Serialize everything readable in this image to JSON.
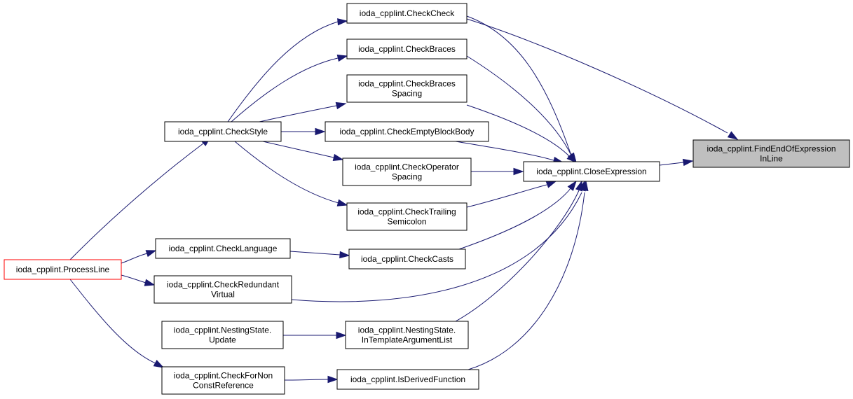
{
  "colors": {
    "edge": "#191970",
    "node_border": "#000000",
    "node_fill": "#ffffff",
    "highlight_fill": "#bfbfbf",
    "truncated_border": "#ff0000"
  },
  "nodes": {
    "find_end": {
      "lines": [
        "ioda_cpplint.FindEndOfExpression",
        "InLine"
      ]
    },
    "close_expression": {
      "lines": [
        "ioda_cpplint.CloseExpression"
      ]
    },
    "check_check": {
      "lines": [
        "ioda_cpplint.CheckCheck"
      ]
    },
    "check_braces": {
      "lines": [
        "ioda_cpplint.CheckBraces"
      ]
    },
    "check_braces_spacing": {
      "lines": [
        "ioda_cpplint.CheckBraces",
        "Spacing"
      ]
    },
    "check_empty_block_body": {
      "lines": [
        "ioda_cpplint.CheckEmptyBlockBody"
      ]
    },
    "check_operator_spacing": {
      "lines": [
        "ioda_cpplint.CheckOperator",
        "Spacing"
      ]
    },
    "check_trailing_semicolon": {
      "lines": [
        "ioda_cpplint.CheckTrailing",
        "Semicolon"
      ]
    },
    "check_casts": {
      "lines": [
        "ioda_cpplint.CheckCasts"
      ]
    },
    "in_template_argument_list": {
      "lines": [
        "ioda_cpplint.NestingState.",
        "InTemplateArgumentList"
      ]
    },
    "is_derived_function": {
      "lines": [
        "ioda_cpplint.IsDerivedFunction"
      ]
    },
    "check_style": {
      "lines": [
        "ioda_cpplint.CheckStyle"
      ]
    },
    "check_language": {
      "lines": [
        "ioda_cpplint.CheckLanguage"
      ]
    },
    "check_redundant_virtual": {
      "lines": [
        "ioda_cpplint.CheckRedundant",
        "Virtual"
      ]
    },
    "nesting_state_update": {
      "lines": [
        "ioda_cpplint.NestingState.",
        "Update"
      ]
    },
    "check_for_non_const_reference": {
      "lines": [
        "ioda_cpplint.CheckForNon",
        "ConstReference"
      ]
    },
    "process_line": {
      "lines": [
        "ioda_cpplint.ProcessLine"
      ]
    }
  },
  "edges": [
    [
      "close_expression",
      "find_end"
    ],
    [
      "check_check",
      "find_end"
    ],
    [
      "check_check",
      "close_expression"
    ],
    [
      "check_braces",
      "close_expression"
    ],
    [
      "check_braces_spacing",
      "close_expression"
    ],
    [
      "check_empty_block_body",
      "close_expression"
    ],
    [
      "check_operator_spacing",
      "close_expression"
    ],
    [
      "check_trailing_semicolon",
      "close_expression"
    ],
    [
      "check_casts",
      "close_expression"
    ],
    [
      "check_redundant_virtual",
      "close_expression"
    ],
    [
      "in_template_argument_list",
      "close_expression"
    ],
    [
      "is_derived_function",
      "close_expression"
    ],
    [
      "check_style",
      "check_check"
    ],
    [
      "check_style",
      "check_braces"
    ],
    [
      "check_style",
      "check_braces_spacing"
    ],
    [
      "check_style",
      "check_empty_block_body"
    ],
    [
      "check_style",
      "check_operator_spacing"
    ],
    [
      "check_style",
      "check_trailing_semicolon"
    ],
    [
      "check_language",
      "check_casts"
    ],
    [
      "nesting_state_update",
      "in_template_argument_list"
    ],
    [
      "check_for_non_const_reference",
      "is_derived_function"
    ],
    [
      "process_line",
      "check_style"
    ],
    [
      "process_line",
      "check_language"
    ],
    [
      "process_line",
      "check_redundant_virtual"
    ],
    [
      "process_line",
      "check_for_non_const_reference"
    ]
  ]
}
